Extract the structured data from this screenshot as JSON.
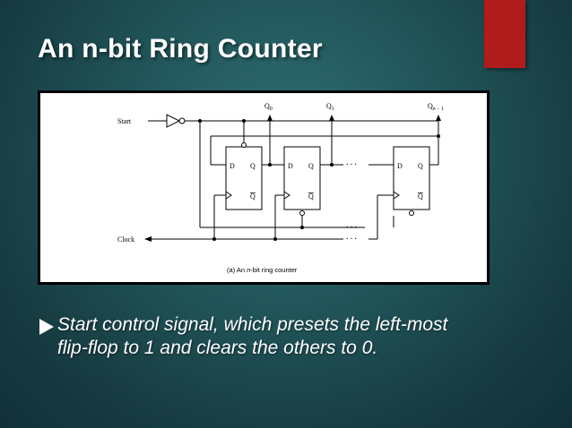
{
  "slide": {
    "title": "An n-bit Ring Counter",
    "accent_color": "#b01c1c"
  },
  "diagram": {
    "start_label": "Start",
    "clock_label": "Clock",
    "outputs": [
      {
        "main": "Q",
        "sub": "0"
      },
      {
        "main": "Q",
        "sub": "1"
      },
      {
        "main": "Q",
        "sub": "n − 1"
      }
    ],
    "flip_flop": {
      "d": "D",
      "q": "Q",
      "qbar": "Q"
    },
    "ellipsis": "· · ·",
    "caption_prefix": "(a) An",
    "caption_italic": "n",
    "caption_suffix": "-bit ring counter"
  },
  "bullet": {
    "icon": "triangle-bullet-icon",
    "text": "Start control signal, which presets the left-most flip-flop to 1 and clears the others to 0."
  }
}
